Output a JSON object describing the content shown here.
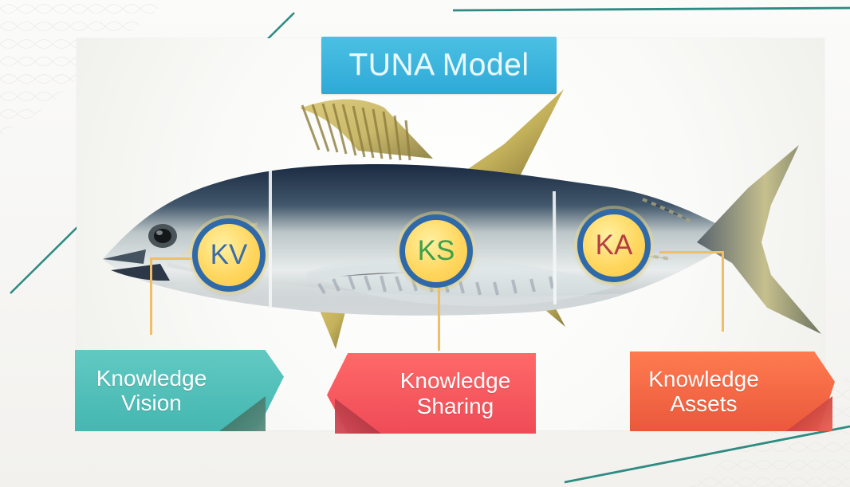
{
  "title": "TUNA Model",
  "badges": {
    "kv": "KV",
    "ks": "KS",
    "ka": "KA"
  },
  "labels": {
    "vision": [
      "Knowledge",
      "Vision"
    ],
    "sharing": [
      "Knowledge",
      "Sharing"
    ],
    "assets": [
      "Knowledge",
      "Assets"
    ]
  },
  "colors": {
    "title_bg": "#35aedb",
    "bubble_fill": "#ffd65d",
    "bubble_ring": "#2f69a8",
    "kv_text": "#3a6ca8",
    "ks_text": "#3ea04a",
    "ka_text": "#b33e43",
    "vision_bg": "#4ab9b3",
    "sharing_bg": "#f04f5a",
    "assets_bg": "#ee5f42",
    "line": "#2e8d82"
  },
  "icons": [
    "tuna-fish-icon"
  ]
}
